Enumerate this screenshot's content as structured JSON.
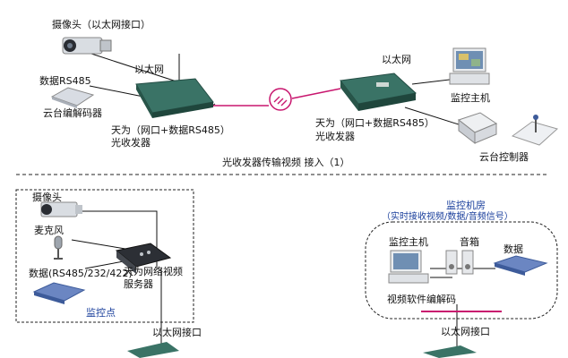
{
  "diagram": {
    "top": {
      "camera_label": "摄像头（以太网接口）",
      "ethernet_left": "以太网",
      "data_rs485": "数据RS485",
      "ptz_decoder": "云台编解码器",
      "converter_left": "天为（网口+数据RS485）\n光收发器",
      "ethernet_right": "以太网",
      "monitor_host": "监控主机",
      "converter_right_line1": "天为（网口+数据RS485）",
      "converter_right_line2": "光收发器",
      "ptz_controller": "云台控制器",
      "caption": "光收发器传输视频 接入（1）"
    },
    "bottom": {
      "camera": "摄像头",
      "microphone": "麦克风",
      "data_ports": "数据(RS485/232/422)",
      "video_server_line1": "天为网络视频",
      "video_server_line2": "服务器",
      "monitor_point": "监控点",
      "ethernet_left": "以太网接口",
      "room_title": "监控机房",
      "room_subtitle": "（实时接收视频/数据/音频信号）",
      "monitor_host": "监控主机",
      "speaker": "音箱",
      "data": "数据",
      "software_decode": "视频软件编解码",
      "ethernet_right": "以太网接口"
    },
    "colors": {
      "fiber": "#c8166e",
      "accent_blue": "#1a3f9c",
      "line": "#111111"
    }
  }
}
